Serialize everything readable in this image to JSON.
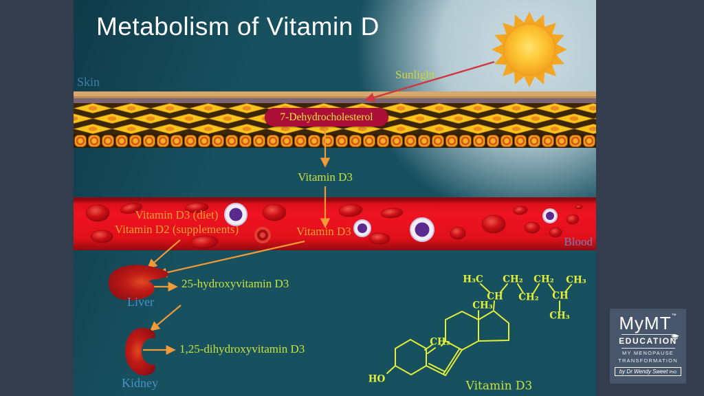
{
  "slide": {
    "title": "Metabolism of Vitamin D"
  },
  "diagram": {
    "skin_label": "Skin",
    "sunlight_label": "Sunlight",
    "pill_label": "7-Dehydrocholesterol",
    "vitamin_d3_skin": "Vitamin D3",
    "diet_line1": "Vitamin D3 (diet)",
    "diet_line2": "Vitamin D2 (supplements)",
    "vitamin_d3_blood": "Vitamin D3",
    "blood_label": "Blood",
    "liver_label": "Liver",
    "liver_product": "25-hydroxyvitamin D3",
    "kidney_label": "Kidney",
    "kidney_product": "1,25-dihydroxyvitamin D3"
  },
  "structure": {
    "atoms": [
      "H₃C",
      "CH₂",
      "CH₂",
      "CH₃",
      "CH",
      "CH₂",
      "CH",
      "CH₃",
      "CH₃",
      "CH₂",
      "HO"
    ],
    "name": "Vitamin D3"
  },
  "logo": {
    "brand": "MyMT",
    "trademark": "™",
    "line1": "EDUCATION",
    "line2": "MY MENOPAUSE",
    "line3": "TRANSFORMATION",
    "byline": "by Dr Wendy Sweet",
    "byline_suffix": "PhD"
  },
  "colors": {
    "slide_background": "#333d4e",
    "diagram_teal": "#17505f",
    "sun_orange": "#f3a622",
    "blood_red": "#e0101a",
    "arrow_orange": "#f09b38",
    "sunlight_arrow_red": "#cf3640",
    "pill_crimson": "#ab0e37",
    "label_yellow_green": "#c8e23c",
    "label_orange": "#f0a232",
    "organ_label_blue": "#4a92c5",
    "blood_label_blue": "#7083bd",
    "structure_yellow": "#e5ef3a",
    "logo_background": "#47566a"
  }
}
